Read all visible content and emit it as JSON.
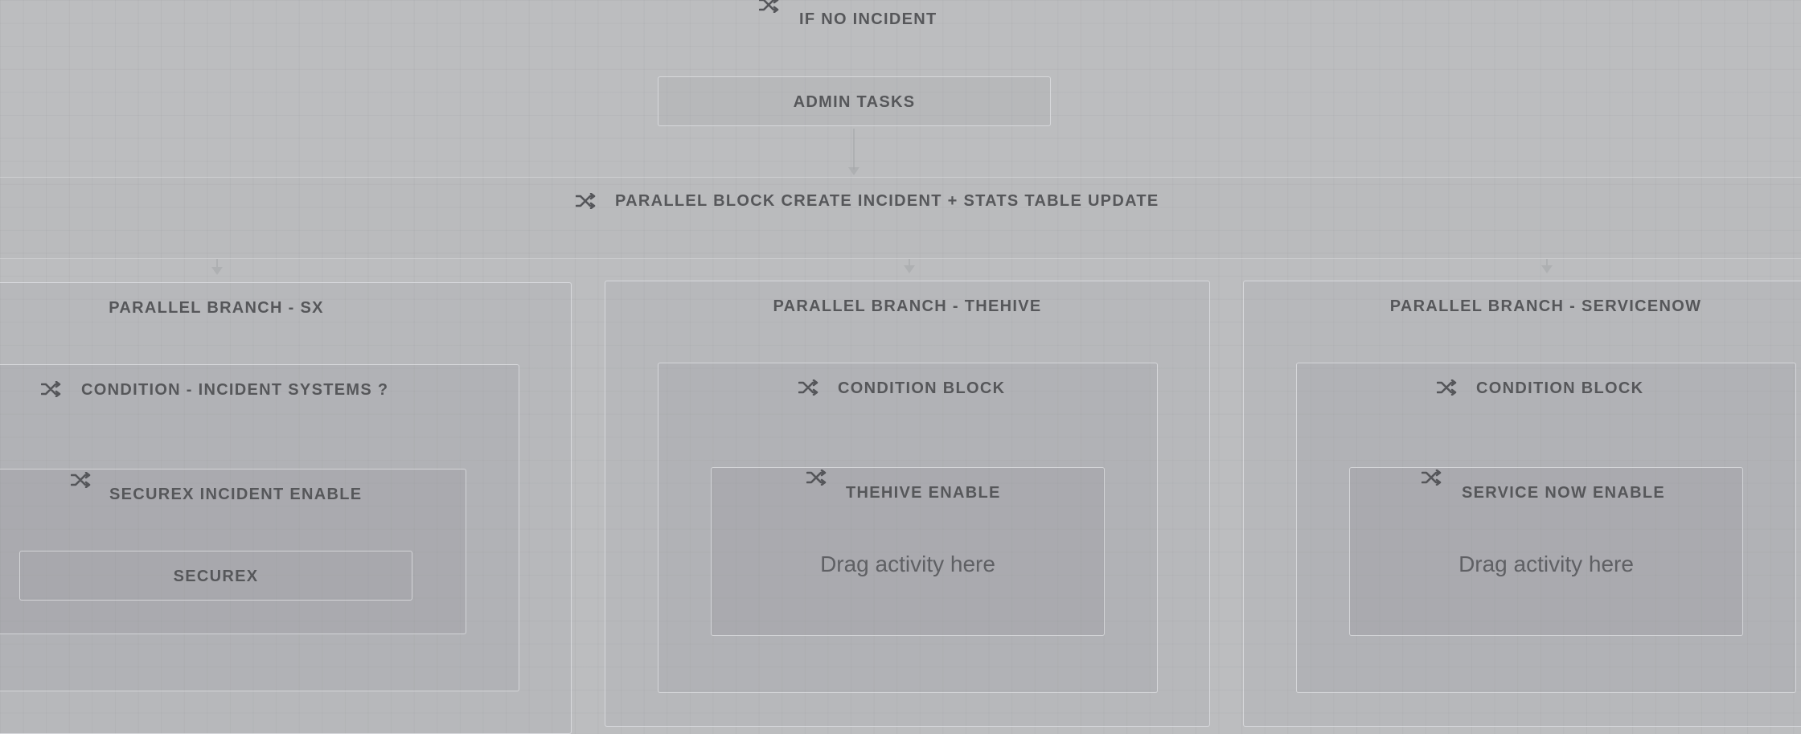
{
  "workflow": {
    "top_condition": {
      "label": "IF NO INCIDENT",
      "icon": "shuffle-icon"
    },
    "admin_tasks": {
      "label": "ADMIN TASKS"
    },
    "parallel_block": {
      "label": "PARALLEL BLOCK CREATE INCIDENT + STATS TABLE UPDATE",
      "icon": "shuffle-icon"
    },
    "branches": [
      {
        "label": "PARALLEL BRANCH - SX",
        "condition_block": {
          "label": "CONDITION - INCIDENT SYSTEMS ?",
          "icon": "shuffle-icon"
        },
        "condition": {
          "label": "SECUREX INCIDENT ENABLE",
          "icon": "shuffle-icon"
        },
        "activity": {
          "label": "SECUREX"
        }
      },
      {
        "label": "PARALLEL BRANCH - THEHIVE",
        "condition_block": {
          "label": "CONDITION BLOCK",
          "icon": "shuffle-icon"
        },
        "condition": {
          "label": "THEHIVE ENABLE",
          "icon": "shuffle-icon"
        },
        "placeholder": "Drag activity here"
      },
      {
        "label": "PARALLEL BRANCH - SERVICENOW",
        "condition_block": {
          "label": "CONDITION BLOCK",
          "icon": "shuffle-icon"
        },
        "condition": {
          "label": "SERVICE NOW ENABLE",
          "icon": "shuffle-icon"
        },
        "placeholder": "Drag activity here"
      }
    ]
  },
  "colors": {
    "canvas_background": "#bcbdbf",
    "text": "#56575a",
    "border": "#e2e3e6"
  }
}
